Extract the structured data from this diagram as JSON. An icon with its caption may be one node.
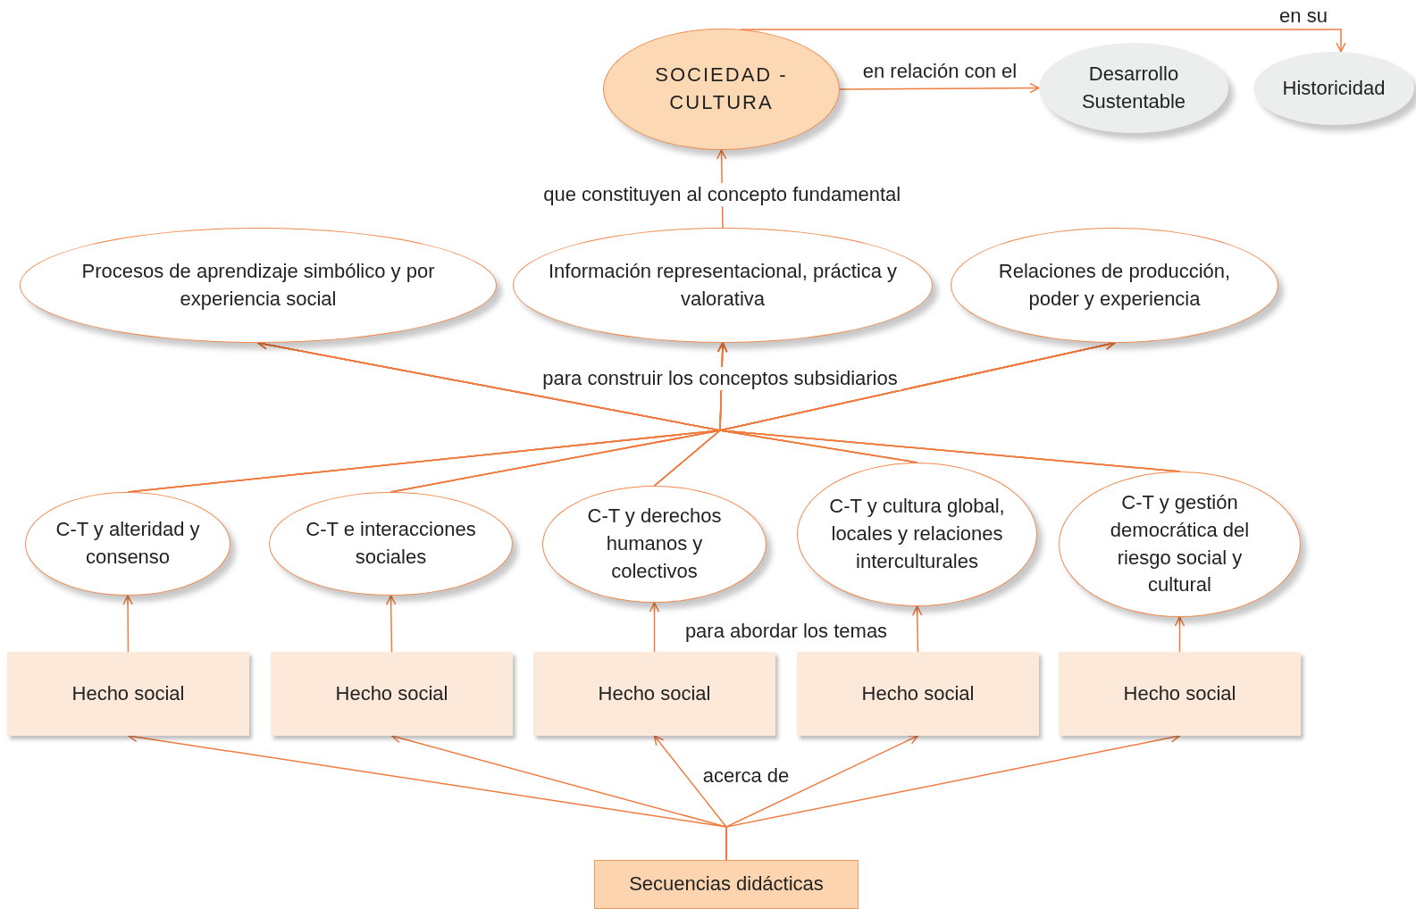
{
  "diagram": {
    "nodes": [
      {
        "text": [
          "SOCIEDAD - CULTURA"
        ]
      },
      {
        "text": [
          "Desarrollo Sustentable"
        ]
      },
      {
        "text": [
          "Historicidad"
        ]
      },
      {
        "text": [
          "Procesos de aprendizaje simbólico y por experiencia social"
        ]
      },
      {
        "text": [
          "Información representacional, práctica y valorativa"
        ]
      },
      {
        "text": [
          "Relaciones de producción, poder y experiencia"
        ]
      },
      {
        "text": [
          "C-T y alteridad y consenso"
        ]
      },
      {
        "text": [
          "C-T e interacciones sociales"
        ]
      },
      {
        "text": [
          "C-T y derechos humanos y colectivos"
        ]
      },
      {
        "text": [
          "C-T y cultura global, locales y relaciones interculturales"
        ]
      },
      {
        "text": [
          "C-T y gestión democrática del riesgo social y cultural"
        ]
      },
      {
        "text": [
          "Hecho social"
        ]
      },
      {
        "text": [
          "Hecho social"
        ]
      },
      {
        "text": [
          "Hecho social"
        ]
      },
      {
        "text": [
          "Hecho social"
        ]
      },
      {
        "text": [
          "Hecho social"
        ]
      },
      {
        "text": [
          "Secuencias didácticas"
        ]
      }
    ],
    "edges": [
      {
        "from": 0,
        "to": 1,
        "arrow": "to",
        "label": "en relación con el"
      },
      {
        "from": 0,
        "to": 2,
        "arrow": "to",
        "label": "en su"
      },
      {
        "from": 4,
        "to": 0,
        "arrow": "to",
        "label": "que constituyen al concepto fundamental"
      },
      {
        "from": 6,
        "to": 3,
        "arrow": "to"
      },
      {
        "from": 6,
        "to": 4,
        "arrow": "to"
      },
      {
        "from": 6,
        "to": 5,
        "arrow": "to"
      },
      {
        "from": 7,
        "to": 3,
        "arrow": "to"
      },
      {
        "from": 7,
        "to": 4,
        "arrow": "to"
      },
      {
        "from": 7,
        "to": 5,
        "arrow": "to"
      },
      {
        "from": 8,
        "to": 3,
        "arrow": "to"
      },
      {
        "from": 8,
        "to": 4,
        "arrow": "to"
      },
      {
        "from": 8,
        "to": 5,
        "arrow": "to"
      },
      {
        "from": 9,
        "to": 3,
        "arrow": "to"
      },
      {
        "from": 9,
        "to": 4,
        "arrow": "to"
      },
      {
        "from": 9,
        "to": 5,
        "arrow": "to"
      },
      {
        "from": 10,
        "to": 3,
        "arrow": "to"
      },
      {
        "from": 10,
        "to": 4,
        "arrow": "to"
      },
      {
        "from": 10,
        "to": 5,
        "arrow": "to"
      },
      {
        "from": 11,
        "to": 6,
        "arrow": "to"
      },
      {
        "from": 12,
        "to": 7,
        "arrow": "to"
      },
      {
        "from": 13,
        "to": 8,
        "arrow": "to"
      },
      {
        "from": 14,
        "to": 9,
        "arrow": "to"
      },
      {
        "from": 15,
        "to": 10,
        "arrow": "to"
      },
      {
        "from": 16,
        "to": 11,
        "arrow": "to"
      },
      {
        "from": 16,
        "to": 12,
        "arrow": "to"
      },
      {
        "from": 16,
        "to": 13,
        "arrow": "to"
      },
      {
        "from": 16,
        "to": 14,
        "arrow": "to"
      },
      {
        "from": 16,
        "to": 15,
        "arrow": "to"
      }
    ],
    "labels": [
      "para construir los conceptos subsidiarios",
      "para abordar los temas",
      "acerca de"
    ]
  }
}
